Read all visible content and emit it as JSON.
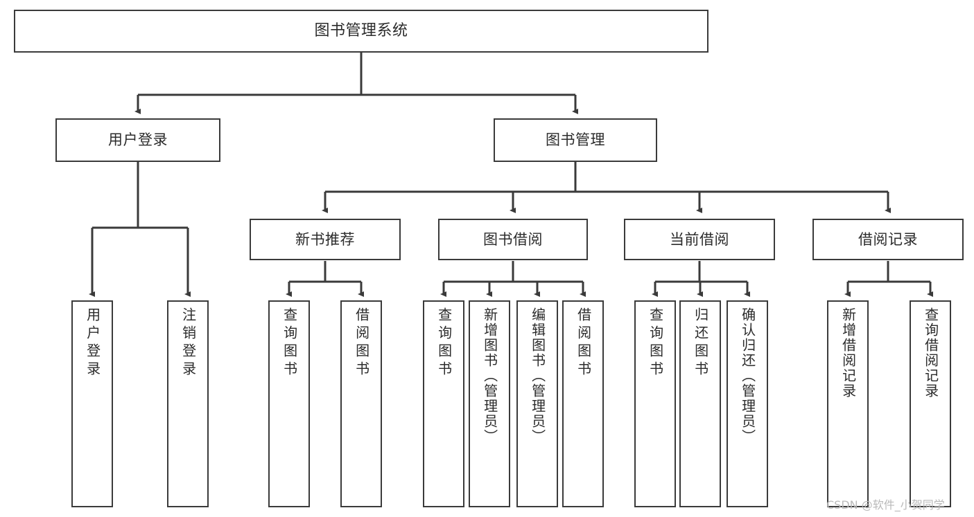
{
  "diagram": {
    "type": "tree",
    "title": "图书管理系统",
    "orientation": "top-down",
    "colors": {
      "box_border": "#3a3a3a",
      "box_fill": "#ffffff",
      "edge": "#3a3a3a",
      "text": "#2b2b2b",
      "watermark": "#b9b9b9",
      "background": "#ffffff"
    },
    "root": {
      "label": "图书管理系统"
    },
    "level1": [
      {
        "id": "user-login",
        "label": "用户登录"
      },
      {
        "id": "book-manage",
        "label": "图书管理"
      }
    ],
    "level2": [
      {
        "id": "new-book-recommend",
        "label": "新书推荐",
        "parent": "book-manage"
      },
      {
        "id": "book-borrow",
        "label": "图书借阅",
        "parent": "book-manage"
      },
      {
        "id": "current-borrow",
        "label": "当前借阅",
        "parent": "book-manage"
      },
      {
        "id": "borrow-record",
        "label": "借阅记录",
        "parent": "book-manage"
      }
    ],
    "leaves": [
      {
        "id": "leaf-user-login",
        "label": "用户登录",
        "parent": "user-login"
      },
      {
        "id": "leaf-user-logout",
        "label": "注销登录",
        "parent": "user-login"
      },
      {
        "id": "leaf-query-book-1",
        "label": "查询图书",
        "parent": "new-book-recommend"
      },
      {
        "id": "leaf-borrow-book-1",
        "label": "借阅图书",
        "parent": "new-book-recommend"
      },
      {
        "id": "leaf-query-book-2",
        "label": "查询图书",
        "parent": "book-borrow"
      },
      {
        "id": "leaf-add-book",
        "label": "新增图书（管理员）",
        "parent": "book-borrow"
      },
      {
        "id": "leaf-edit-book",
        "label": "编辑图书（管理员）",
        "parent": "book-borrow"
      },
      {
        "id": "leaf-borrow-book-2",
        "label": "借阅图书",
        "parent": "book-borrow"
      },
      {
        "id": "leaf-query-book-3",
        "label": "查询图书",
        "parent": "current-borrow"
      },
      {
        "id": "leaf-return-book",
        "label": "归还图书",
        "parent": "current-borrow"
      },
      {
        "id": "leaf-confirm-return",
        "label": "确认归还（管理员）",
        "parent": "current-borrow"
      },
      {
        "id": "leaf-add-record",
        "label": "新增借阅记录",
        "parent": "borrow-record"
      },
      {
        "id": "leaf-query-record",
        "label": "查询借阅记录",
        "parent": "borrow-record"
      }
    ]
  },
  "watermark": {
    "text": "CSDN @软件_小贺同学"
  }
}
